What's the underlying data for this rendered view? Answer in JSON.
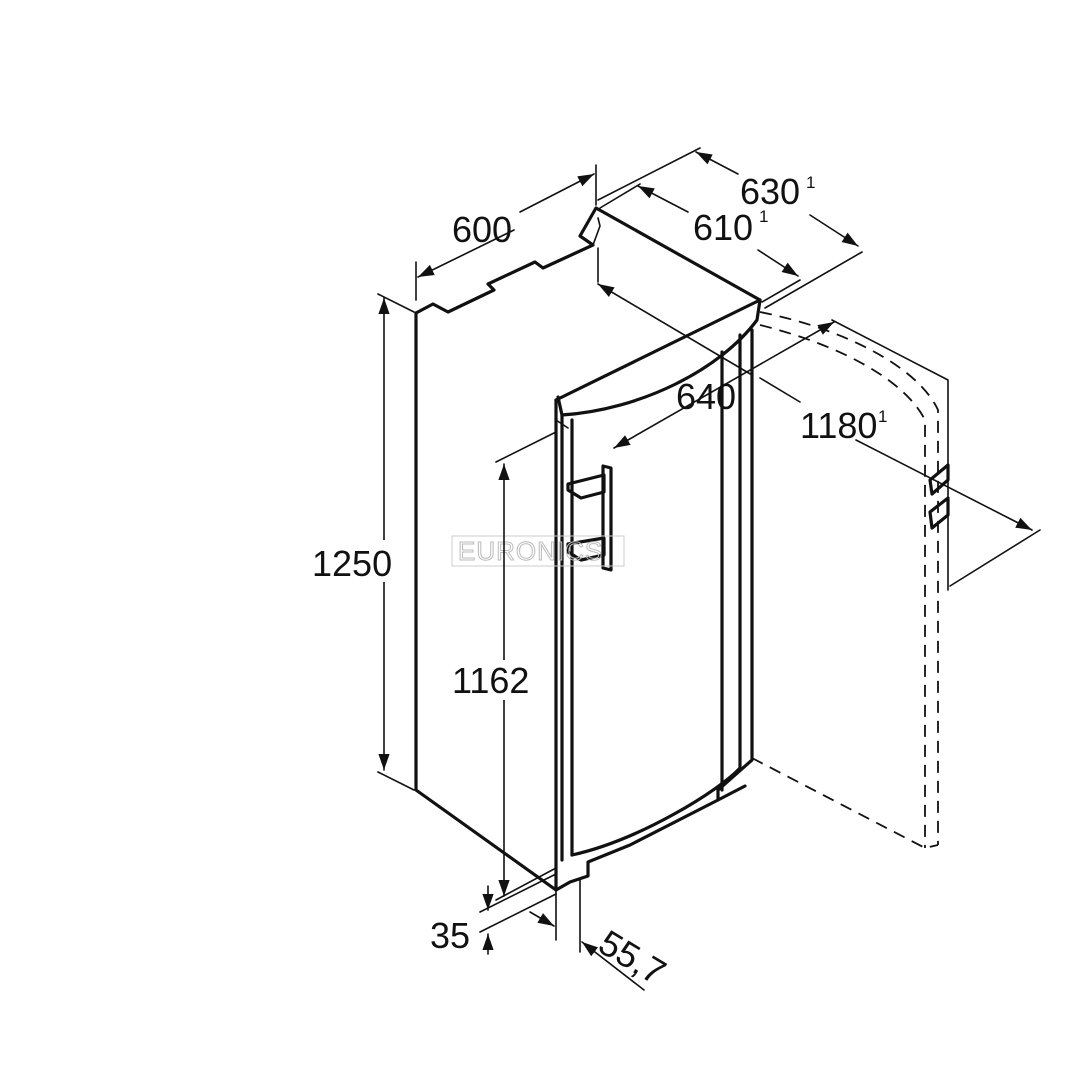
{
  "dimensions": {
    "width_600": "600",
    "depth_630": "630",
    "depth_630_note": "1",
    "depth_610": "610",
    "depth_610_note": "1",
    "depth_640": "640",
    "door_open_1180": "1180",
    "door_open_1180_note": "1",
    "height_1250": "1250",
    "height_1162": "1162",
    "base_35": "35",
    "offset_55_7": "55,7"
  },
  "watermark": "EURONICS",
  "colors": {
    "line": "#111111",
    "background": "#ffffff",
    "watermark": "#bbbbbb"
  }
}
